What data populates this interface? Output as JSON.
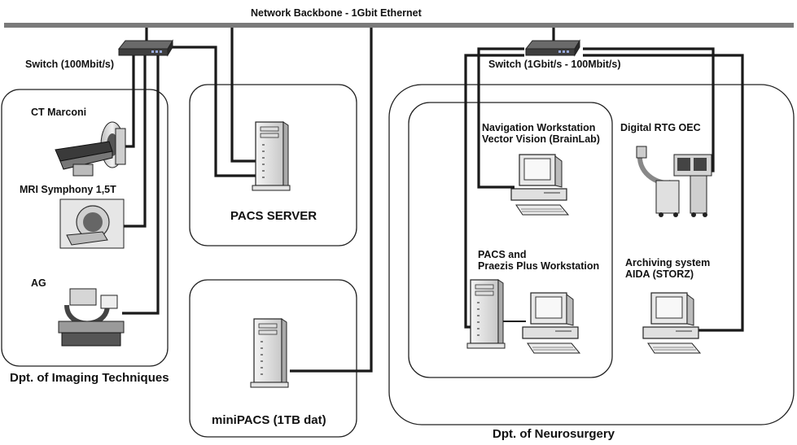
{
  "backbone": {
    "label": "Network Backbone - 1Gbit Ethernet"
  },
  "switches": {
    "left": {
      "label": "Switch (100Mbit/s)"
    },
    "right": {
      "label": "Switch (1Gbit/s - 100Mbit/s)"
    }
  },
  "imaging": {
    "dept_label": "Dpt. of Imaging Techniques",
    "devices": [
      {
        "label": "CT Marconi",
        "icon": "ct-scanner-icon"
      },
      {
        "label": "MRI Symphony 1,5T",
        "icon": "mri-scanner-icon"
      },
      {
        "label": "AG",
        "icon": "angiography-icon"
      }
    ]
  },
  "pacs_server": {
    "label": "PACS SERVER",
    "icon": "tower-server-icon"
  },
  "minipacs": {
    "label": "miniPACS (1TB dat)",
    "icon": "tower-server-icon"
  },
  "neurosurgery": {
    "dept_label": "Dpt. of Neurosurgery",
    "navigation": {
      "line1": "Navigation Workstation",
      "line2": "Vector Vision (BrainLab)",
      "icon": "desktop-computer-icon"
    },
    "praezis": {
      "line1": "PACS and",
      "line2": "Praezis Plus Workstation",
      "icon": "desktop-computer-icon"
    },
    "rtg": {
      "label": "Digital RTG OEC",
      "icon": "c-arm-xray-icon"
    },
    "archiving": {
      "line1": "Archiving system",
      "line2": "AIDA (STORZ)",
      "icon": "desktop-computer-icon"
    }
  },
  "colors": {
    "line": "#1a1a1a",
    "backbone": "#7a7a7a",
    "switch": "#4a4a4a",
    "equipment": "#d8d8d8"
  }
}
